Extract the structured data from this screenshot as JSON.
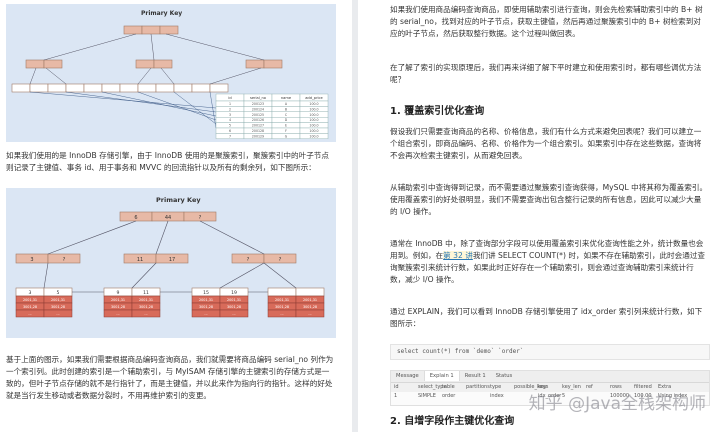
{
  "left": {
    "figure1": {
      "title": "Primary Key",
      "root": [
        "",
        ""
      ],
      "mid": [
        [
          "",
          ""
        ],
        [
          "",
          ""
        ],
        [
          "",
          ""
        ]
      ],
      "table_headers": [
        "id",
        "serial_no",
        "name",
        "add_price"
      ],
      "table_rows": [
        [
          "1",
          "200123",
          "A",
          "100.0"
        ],
        [
          "2",
          "200124",
          "B",
          "100.0"
        ],
        [
          "3",
          "200125",
          "C",
          "100.0"
        ],
        [
          "4",
          "200126",
          "D",
          "100.0"
        ],
        [
          "5",
          "200127",
          "E",
          "100.0"
        ],
        [
          "6",
          "200128",
          "F",
          "100.0"
        ],
        [
          "7",
          "200129",
          "G",
          "100.0"
        ]
      ]
    },
    "para1": "如果我们使用的是 InnoDB 存储引擎，由于 InnoDB 使用的是聚簇索引，聚簇索引中的叶子节点则记录了主键值、事务 id、用于事务和 MVVC 的回流指针以及所有的剩余列，如下图所示：",
    "figure2": {
      "title": "Primary Key",
      "root": [
        "6",
        "44",
        "?"
      ],
      "mid": [
        [
          "3",
          "?"
        ],
        [
          "11",
          "17"
        ],
        [
          "?",
          "?"
        ]
      ],
      "leaves": [
        [
          "3",
          "5"
        ],
        [
          "9",
          "11"
        ],
        [
          "15",
          "19"
        ]
      ],
      "leaf_cells": [
        "2001,31",
        "3001,28",
        "...",
        "..."
      ]
    },
    "para2": "基于上面的图示，如果我们需要根据商品编码查询商品，我们就需要将商品编码 serial_no 列作为一个索引列。此时创建的索引是一个辅助索引，与 MyISAM 存储引擎的主键索引的存储方式是一致的，但叶子节点存储的就不是行指针了，而是主键值，并以此来作为指向行的指针。这样的好处就是当行发生移动或者数据分裂时，不用再维护索引的变更。"
  },
  "right": {
    "para1": "如果我们使用商品编码查询商品，即使用辅助索引进行查询，则会先检索辅助索引中的 B+ 树的 serial_no，找到对应的叶子节点，获取主键值，然后再通过聚簇索引中的 B+ 树检索到对应的叶子节点，然后获取整行数据。这个过程叫做回表。",
    "para2": "在了解了索引的实现原理后，我们再来详细了解下平时建立和使用索引时，都有哪些调优方法呢？",
    "heading1": "1. 覆盖索引优化查询",
    "para3": "假设我们只需要查询商品的名称、价格信息，我们有什么方式来避免回表呢？我们可以建立一个组合索引，即商品编码、名称、价格作为一个组合索引。如果索引中存在这些数据，查询将不会再次检索主键索引，从而避免回表。",
    "para4": "从辅助索引中查询得到记录，而不需要通过聚簇索引查询获得，MySQL 中将其称为覆盖索引。使用覆盖索引的好处很明显，我们不需要查询出包含整行记录的所有信息，因此可以减少大量的 I/O 操作。",
    "para5_pre": "通常在 InnoDB 中，除了查询部分字段可以使用覆盖索引来优化查询性能之外，统计数量也会用到。例如，在",
    "para5_link": "第 32 讲",
    "para5_post": "我们讲 SELECT COUNT(*) 时，如果不存在辅助索引，此时会通过查询聚簇索引来统计行数，如果此时正好存在一个辅助索引，则会通过查询辅助索引来统计行数，减少 I/O 操作。",
    "para6": "通过 EXPLAIN，我们可以看到 InnoDB 存储引擎使用了 idx_order 索引列来统计行数，如下图所示：",
    "code": "select count(*) from `demo` `order`",
    "result_tabs": [
      "Message",
      "Explain 1",
      "Result 1",
      "Status"
    ],
    "result_headers": [
      "id",
      "select_type",
      "table",
      "partitions",
      "type",
      "possible_keys",
      "key",
      "key_len",
      "ref",
      "rows",
      "filtered",
      "Extra"
    ],
    "result_row": [
      "1",
      "SIMPLE",
      "order",
      "",
      "index",
      "",
      "idx_order",
      "5",
      "",
      "100000",
      "100.00",
      "Using index"
    ],
    "heading2": "2. 自增字段作主键优化查询",
    "watermark": "知乎 @Java全栈架构师"
  }
}
